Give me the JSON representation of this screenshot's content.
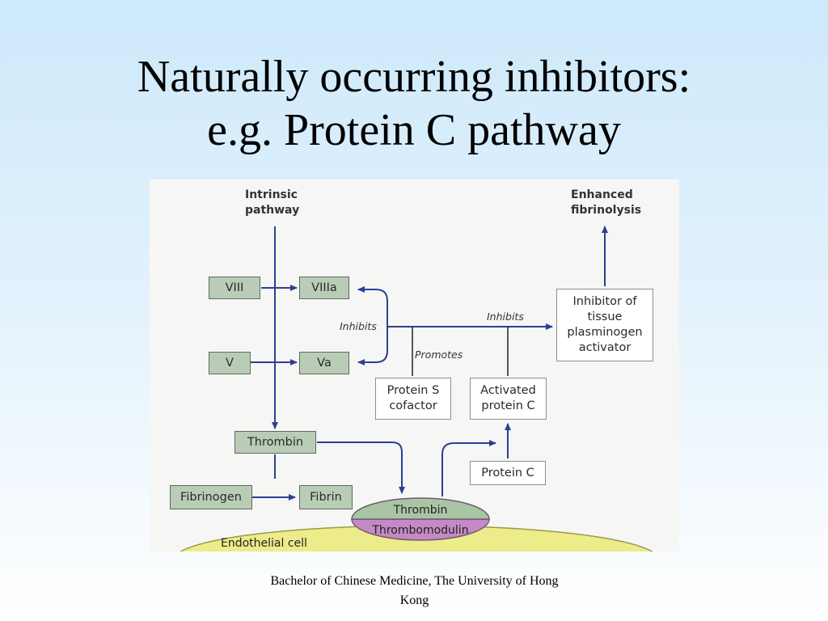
{
  "title": {
    "line1": "Naturally occurring inhibitors:",
    "line2": "e.g. Protein C pathway"
  },
  "diagram": {
    "top_left_label": "Intrinsic pathway",
    "top_right_label": "Enhanced fibrinolysis",
    "nodes": {
      "viii": "VIII",
      "viiia": "VIIIa",
      "v": "V",
      "va": "Va",
      "thrombin": "Thrombin",
      "fibrinogen": "Fibrinogen",
      "fibrin": "Fibrin",
      "protein_s": "Protein S cofactor",
      "activated_protein_c": "Activated protein C",
      "protein_c": "Protein C",
      "inhibitor_tpa": "Inhibitor of tissue plasminogen activator"
    },
    "edge_labels": {
      "inhibits_left": "Inhibits",
      "inhibits_right": "Inhibits",
      "promotes": "Promotes"
    },
    "membrane": {
      "thrombin": "Thrombin",
      "thrombomodulin": "Thrombomodulin",
      "endothelial_cell": "Endothelial cell"
    },
    "colors": {
      "green_box": "#b9cdb6",
      "arrow": "#2e3f93",
      "thrombin_ellipse": "#a9c6a4",
      "thrombomodulin": "#c58ac6",
      "endothelial_cell": "#ecec8a"
    }
  },
  "footer": "Bachelor of Chinese Medicine, The University of Hong Kong"
}
